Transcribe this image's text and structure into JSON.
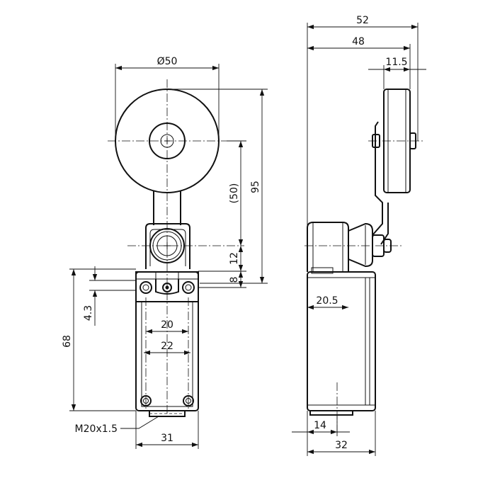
{
  "dimensions": {
    "roller_diameter": "Ø50",
    "lever_length": "(50)",
    "total_height": "95",
    "pivot_offset": "12",
    "mount_offset": "8",
    "hole_offset": "4.3",
    "body_height": "68",
    "hole_pitch": "20",
    "body_inner_width": "22",
    "body_width": "31",
    "conduit_thread": "M20x1.5",
    "overall_depth": "52",
    "roller_face_depth": "48",
    "roller_width": "11.5",
    "head_depth": "20.5",
    "thread_offset": "14",
    "body_depth": "32"
  }
}
